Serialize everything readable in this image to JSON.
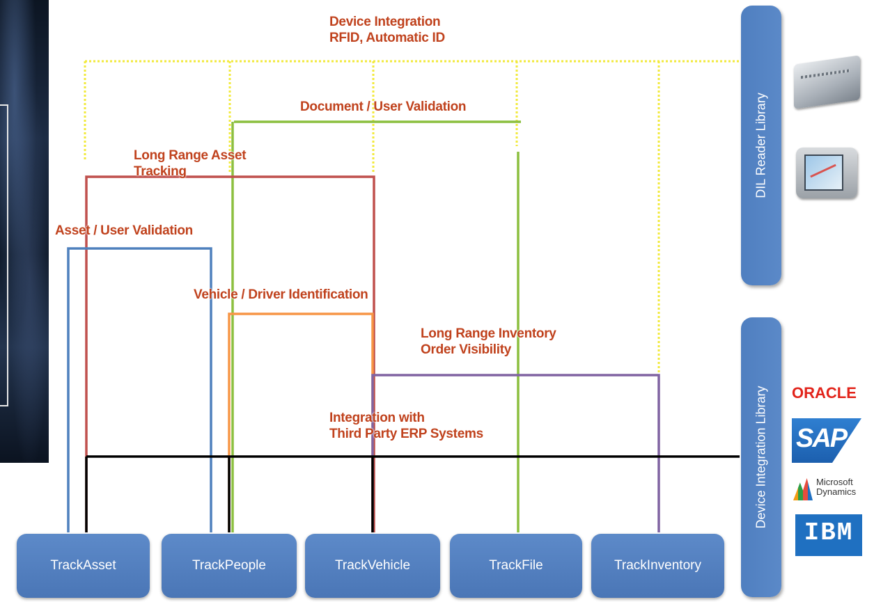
{
  "labels": {
    "device_integration": [
      "Device Integration",
      "RFID, Automatic ID"
    ],
    "document_validation": "Document / User Validation",
    "long_range_asset": [
      "Long Range Asset",
      "Tracking"
    ],
    "asset_user_validation": "Asset / User Validation",
    "vehicle_driver": "Vehicle / Driver Identification",
    "long_range_inventory": [
      "Long Range Inventory",
      "Order Visibility"
    ],
    "erp_integration": [
      "Integration with",
      "Third Party ERP Systems"
    ]
  },
  "modules": [
    "TrackAsset",
    "TrackPeople",
    "TrackVehicle",
    "TrackFile",
    "TrackInventory"
  ],
  "libraries": {
    "reader": "DIL Reader Library",
    "integration": "Device Integration Library"
  },
  "logos": {
    "oracle": "ORACLE",
    "sap": "SAP",
    "microsoft": [
      "Microsoft",
      "Dynamics"
    ],
    "ibm": "IBM"
  },
  "colors": {
    "yellow_dotted": "#f2ea3a",
    "green": "#8cbf3f",
    "red": "#c0504d",
    "blue": "#4f81bd",
    "orange": "#f79646",
    "purple": "#8064a2",
    "black": "#000000",
    "label_text": "#c0421d",
    "module_fill": "#4f7fc0"
  },
  "icons": {
    "rfid_reader": "rfid-reader-device-icon",
    "gps": "gps-device-icon"
  }
}
